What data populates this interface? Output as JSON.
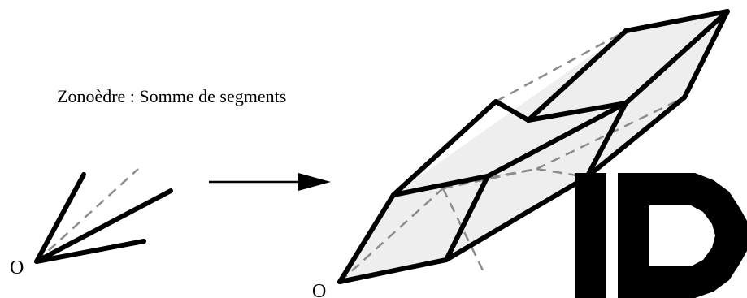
{
  "title": "Zonoèdre : Somme de segments",
  "left_origin_label": "O",
  "right_origin_label": "O",
  "colors": {
    "edge": "#000000",
    "hidden_edge": "#8c8c8c",
    "logo": "#000000",
    "background": "#ffffff"
  },
  "logo_text": "ID"
}
